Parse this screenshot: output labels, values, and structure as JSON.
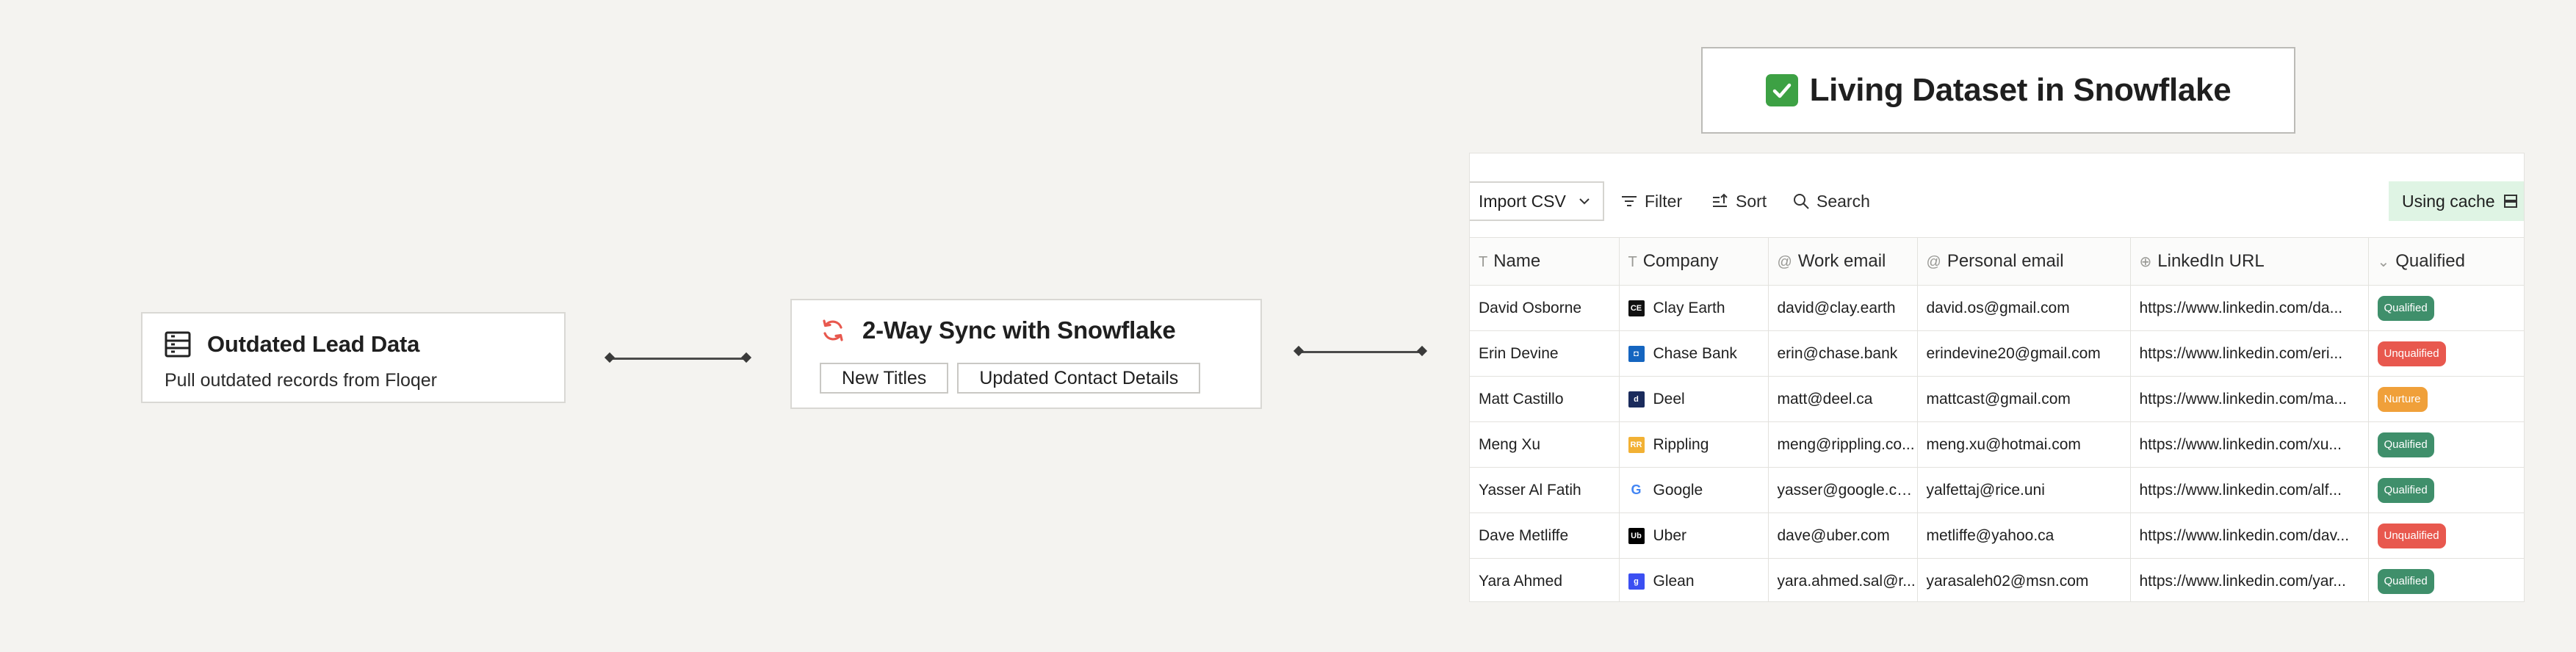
{
  "outdated": {
    "title": "Outdated Lead Data",
    "subtitle": "Pull outdated records from Floqer",
    "icon": "table-icon"
  },
  "sync": {
    "title": "2-Way Sync with Snowflake",
    "icon": "sync-icon",
    "tags": [
      "New Titles",
      "Updated Contact Details"
    ]
  },
  "living": {
    "title": "Living Dataset in Snowflake",
    "icon": "check-icon",
    "icon_color": "#3da144"
  },
  "toolbar": {
    "import_label": "Import CSV",
    "filter_label": "Filter",
    "sort_label": "Sort",
    "search_label": "Search",
    "cache_label": "Using cache"
  },
  "columns": [
    {
      "label": "Name",
      "icon": "text-icon"
    },
    {
      "label": "Company",
      "icon": "text-icon"
    },
    {
      "label": "Work email",
      "icon": "at-icon"
    },
    {
      "label": "Personal email",
      "icon": "at-icon"
    },
    {
      "label": "LinkedIn URL",
      "icon": "globe-icon"
    },
    {
      "label": "Qualified",
      "icon": "chevron-down-icon"
    }
  ],
  "rows": [
    {
      "name": "David Osborne",
      "company": "Clay Earth",
      "logo_bg": "#111111",
      "logo_text": "CE",
      "work_email": "david@clay.earth",
      "personal_email": "david.os@gmail.com",
      "linkedin": "https://www.linkedin.com/da...",
      "status": "Qualified",
      "status_color": "#3f8f6b"
    },
    {
      "name": "Erin Devine",
      "company": "Chase Bank",
      "logo_bg": "#1565c0",
      "logo_text": "◘",
      "work_email": "erin@chase.bank",
      "personal_email": "erindevine20@gmail.com",
      "linkedin": "https://www.linkedin.com/eri...",
      "status": "Unqualified",
      "status_color": "#e8584e"
    },
    {
      "name": "Matt Castillo",
      "company": "Deel",
      "logo_bg": "#1a2b5c",
      "logo_text": "d",
      "work_email": "matt@deel.ca",
      "personal_email": "mattcast@gmail.com",
      "linkedin": "https://www.linkedin.com/ma...",
      "status": "Nurture",
      "status_color": "#f0a03a"
    },
    {
      "name": "Meng Xu",
      "company": "Rippling",
      "logo_bg": "#f2b134",
      "logo_text": "RR",
      "work_email": "meng@rippling.co...",
      "personal_email": "meng.xu@hotmai.com",
      "linkedin": "https://www.linkedin.com/xu...",
      "status": "Qualified",
      "status_color": "#3f8f6b"
    },
    {
      "name": "Yasser Al Fatih",
      "company": "Google",
      "logo_bg": "#ffffff",
      "logo_text": "G",
      "work_email": "yasser@google.co...",
      "personal_email": "yalfettaj@rice.uni",
      "linkedin": "https://www.linkedin.com/alf...",
      "status": "Qualified",
      "status_color": "#3f8f6b"
    },
    {
      "name": "Dave Metliffe",
      "company": "Uber",
      "logo_bg": "#000000",
      "logo_text": "Ub",
      "work_email": "dave@uber.com",
      "personal_email": "metliffe@yahoo.ca",
      "linkedin": "https://www.linkedin.com/dav...",
      "status": "Unqualified",
      "status_color": "#e8584e"
    },
    {
      "name": "Yara Ahmed",
      "company": "Glean",
      "logo_bg": "#3b4ff2",
      "logo_text": "g",
      "work_email": "yara.ahmed.sal@r...",
      "personal_email": "yarasaleh02@msn.com",
      "linkedin": "https://www.linkedin.com/yar...",
      "status": "Qualified",
      "status_color": "#3f8f6b"
    }
  ]
}
